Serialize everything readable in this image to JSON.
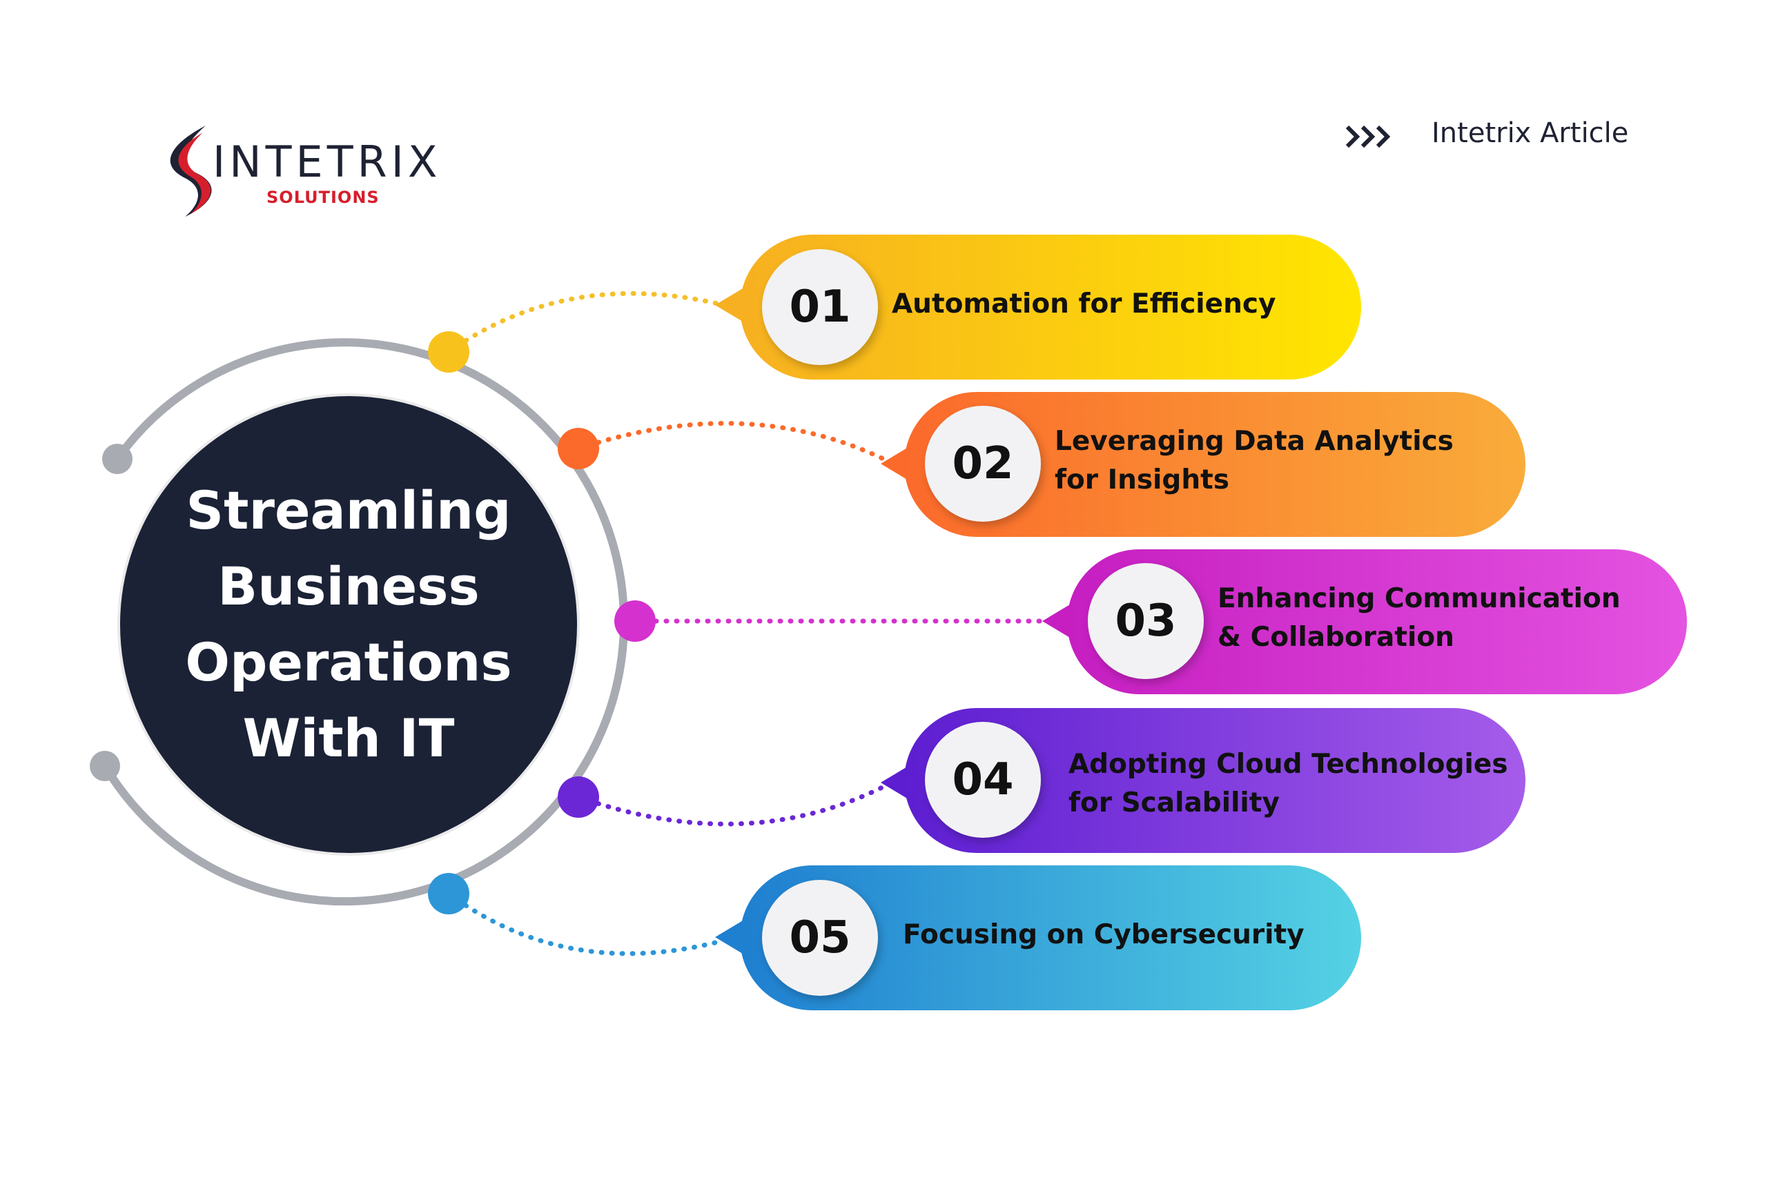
{
  "brand": {
    "name": "INTETRIX",
    "sub": "SOLUTIONS"
  },
  "article_label": "Intetrix Article",
  "icons": {
    "article": "triple-chevron-right-icon",
    "logo": "s-swoosh-logo-icon"
  },
  "colors": {
    "center_fill": "#1b2236",
    "ring": "#a8abb2",
    "item_01": [
      "#f7b021",
      "#ffe600"
    ],
    "item_02": [
      "#fb6a2b",
      "#f9ac3a"
    ],
    "item_03": [
      "#c61ec1",
      "#e453e1"
    ],
    "item_04": [
      "#5d1ed1",
      "#a55cea"
    ],
    "item_05": [
      "#1f7fd0",
      "#55d2e4"
    ]
  },
  "center": {
    "title": "Streamling\nBusiness\nOperations\nWith IT"
  },
  "items": [
    {
      "number": "01",
      "text": "Automation for Efficiency"
    },
    {
      "number": "02",
      "text": "Leveraging Data Analytics\n for Insights"
    },
    {
      "number": "03",
      "text": "Enhancing Communication\n& Collaboration"
    },
    {
      "number": "04",
      "text": "Adopting Cloud Technologies\nfor Scalability"
    },
    {
      "number": "05",
      "text": "Focusing on Cybersecurity"
    }
  ]
}
